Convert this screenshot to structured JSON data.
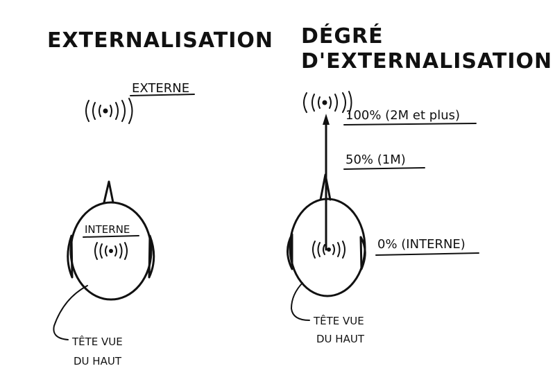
{
  "left_panel": {
    "title": "EXTERNALISATION",
    "label_externe": "EXTERNE",
    "label_interne": "INTERNE",
    "caption_line1": "TÊTE VUE",
    "caption_line2": "DU HAUT"
  },
  "right_panel": {
    "title_line1": "DÉGRÉ",
    "title_line2": "D'EXTERNALISATION",
    "level_100": "100% (2M et plus)",
    "level_50": "50% (1M)",
    "level_0": "0% (INTERNE)",
    "caption_line1": "TÊTE VUE",
    "caption_line2": "DU HAUT"
  },
  "icons": {
    "sound_source": "sound-waves-icon",
    "head": "head-top-view-icon"
  }
}
